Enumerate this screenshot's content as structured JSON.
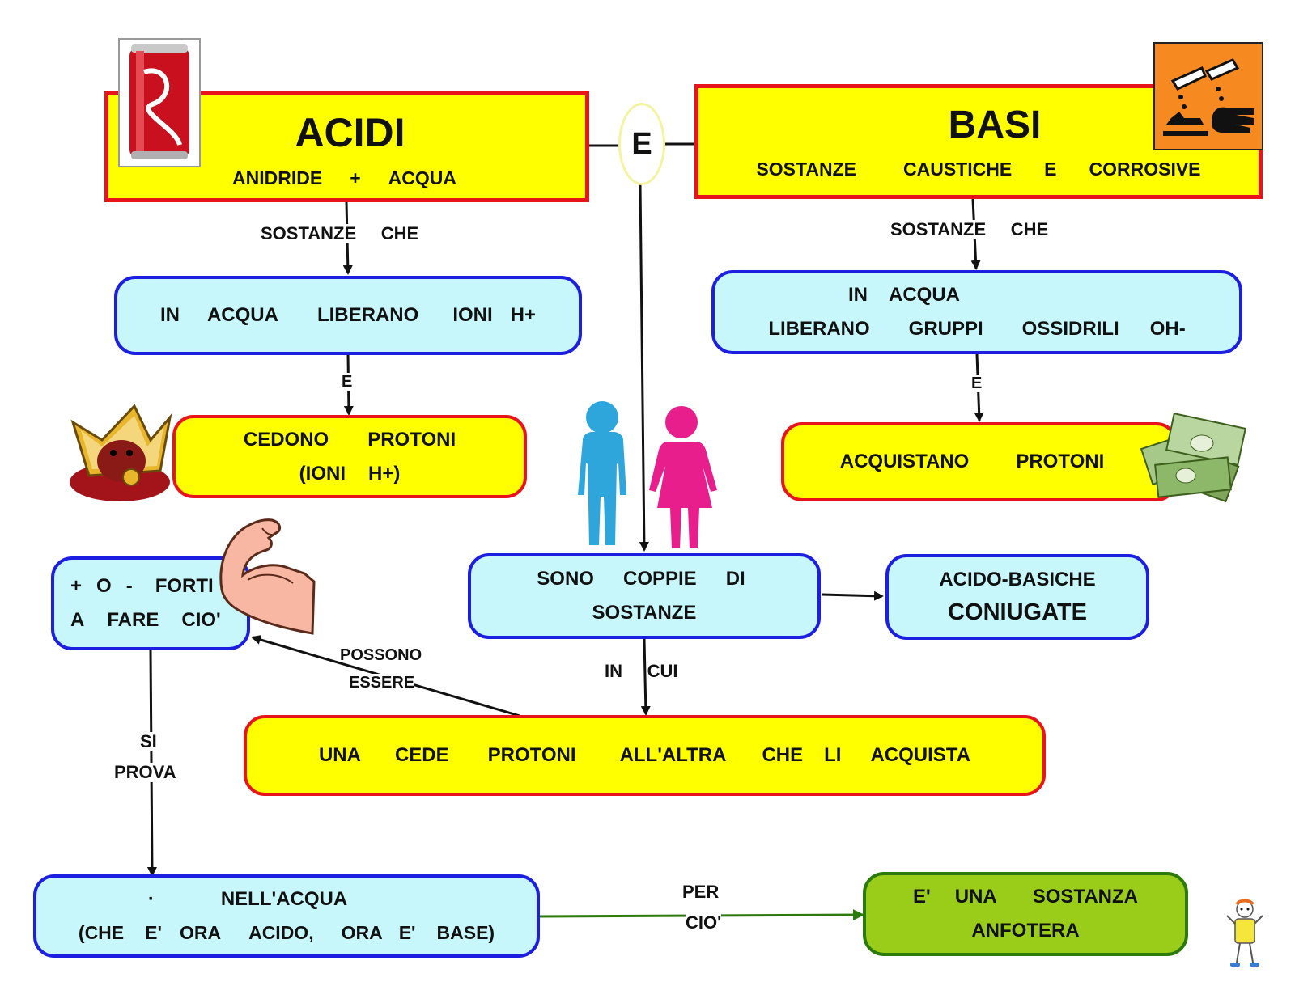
{
  "acidi": {
    "title": "ACIDI",
    "formula": [
      "ANIDRIDE",
      "+",
      "ACQUA"
    ]
  },
  "connector_e": "E",
  "basi": {
    "title": "BASI",
    "subtitle": [
      "SOSTANZE",
      "CAUSTICHE",
      "E",
      "CORROSIVE"
    ]
  },
  "links": {
    "acidi_sostanze_che": [
      "SOSTANZE",
      "CHE"
    ],
    "basi_sostanze_che": [
      "SOSTANZE",
      "CHE"
    ],
    "acidi_e": "E",
    "basi_e": "E",
    "in_cui": [
      "IN",
      "CUI"
    ],
    "possono_essere": [
      "POSSONO",
      "ESSERE"
    ],
    "si_prova": [
      "SI",
      "PROVA"
    ],
    "per_cio": [
      "PER",
      "CIO'"
    ]
  },
  "acid_water": [
    "IN",
    "ACQUA",
    "LIBERANO",
    "IONI",
    "H+"
  ],
  "base_water": {
    "line1": [
      "IN",
      "ACQUA"
    ],
    "line2": [
      "LIBERANO",
      "GRUPPI",
      "OSSIDRILI",
      "OH-"
    ]
  },
  "cedono": {
    "line1": [
      "CEDONO",
      "PROTONI"
    ],
    "line2": [
      "(IONI",
      "H+)"
    ]
  },
  "acquistano": [
    "ACQUISTANO",
    "PROTONI"
  ],
  "coppie": {
    "line1": [
      "SONO",
      "COPPIE",
      "DI"
    ],
    "line2": "SOSTANZE"
  },
  "coniugate": {
    "line1": "ACIDO-BASICHE",
    "line2": "CONIUGATE"
  },
  "forti": {
    "line1": [
      "+",
      "O",
      "-",
      "FORTI"
    ],
    "line2": [
      "A",
      "FARE",
      "CIO'"
    ]
  },
  "una_cede": [
    "UNA",
    "CEDE",
    "PROTONI",
    "ALL'ALTRA",
    "CHE",
    "LI",
    "ACQUISTA"
  ],
  "nellacqua": {
    "line1": [
      "·",
      "NELL'ACQUA"
    ],
    "line2": [
      "(CHE",
      "E'",
      "ORA",
      "ACIDO,",
      "ORA",
      "E'",
      "BASE)"
    ]
  },
  "anfotera": {
    "line1": [
      "E'",
      "UNA",
      "SOSTANZA"
    ],
    "line2": "ANFOTERA"
  },
  "icons": [
    "cola-can-icon",
    "corrosive-hazard-icon",
    "crown-icon",
    "man-woman-icon",
    "money-icon",
    "muscle-arm-icon",
    "mascot-icon"
  ],
  "colors": {
    "yellow": "#ffff00",
    "red_border": "#e8141b",
    "cyan": "#c8f7fb",
    "blue_border": "#1c1ee0",
    "green": "#9acd1a",
    "green_border": "#2b7a0b",
    "green_arrow": "#2b7a0b"
  }
}
